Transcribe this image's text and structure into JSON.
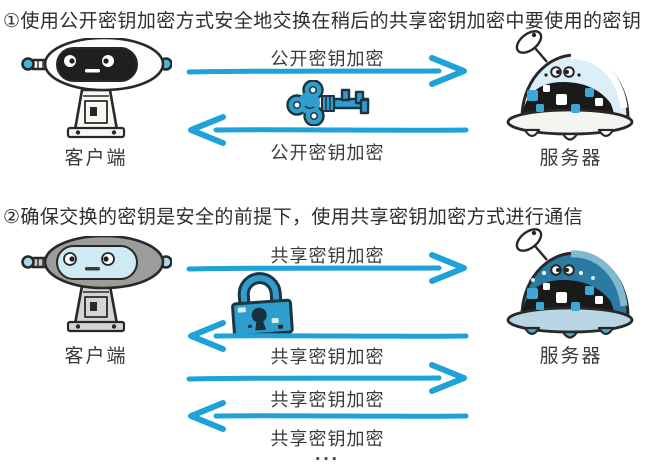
{
  "colors": {
    "arrow_blue": "#1ea2d8",
    "icon_blue": "#2f9ecc",
    "outline_dark": "#1c3540",
    "text": "#333333"
  },
  "step1": {
    "title": "①使用公开密钥加密方式安全地交换在稍后的共享密钥加密中要使用的密钥",
    "client_label": "客户端",
    "server_label": "服务器",
    "key_icon": "winged-key-icon",
    "messages": [
      {
        "direction": "right",
        "label": "公开密钥加密"
      },
      {
        "direction": "left",
        "label": "公开密钥加密"
      }
    ]
  },
  "step2": {
    "title": "②确保交换的密钥是安全的前提下，使用共享密钥加密方式进行通信",
    "client_label": "客户端",
    "server_label": "服务器",
    "lock_icon": "padlock-icon",
    "messages": [
      {
        "direction": "right",
        "label": "共享密钥加密"
      },
      {
        "direction": "left",
        "label": "共享密钥加密"
      },
      {
        "direction": "right",
        "label": "共享密钥加密"
      },
      {
        "direction": "left",
        "label": "共享密钥加密"
      }
    ],
    "more_indicator": "..."
  }
}
